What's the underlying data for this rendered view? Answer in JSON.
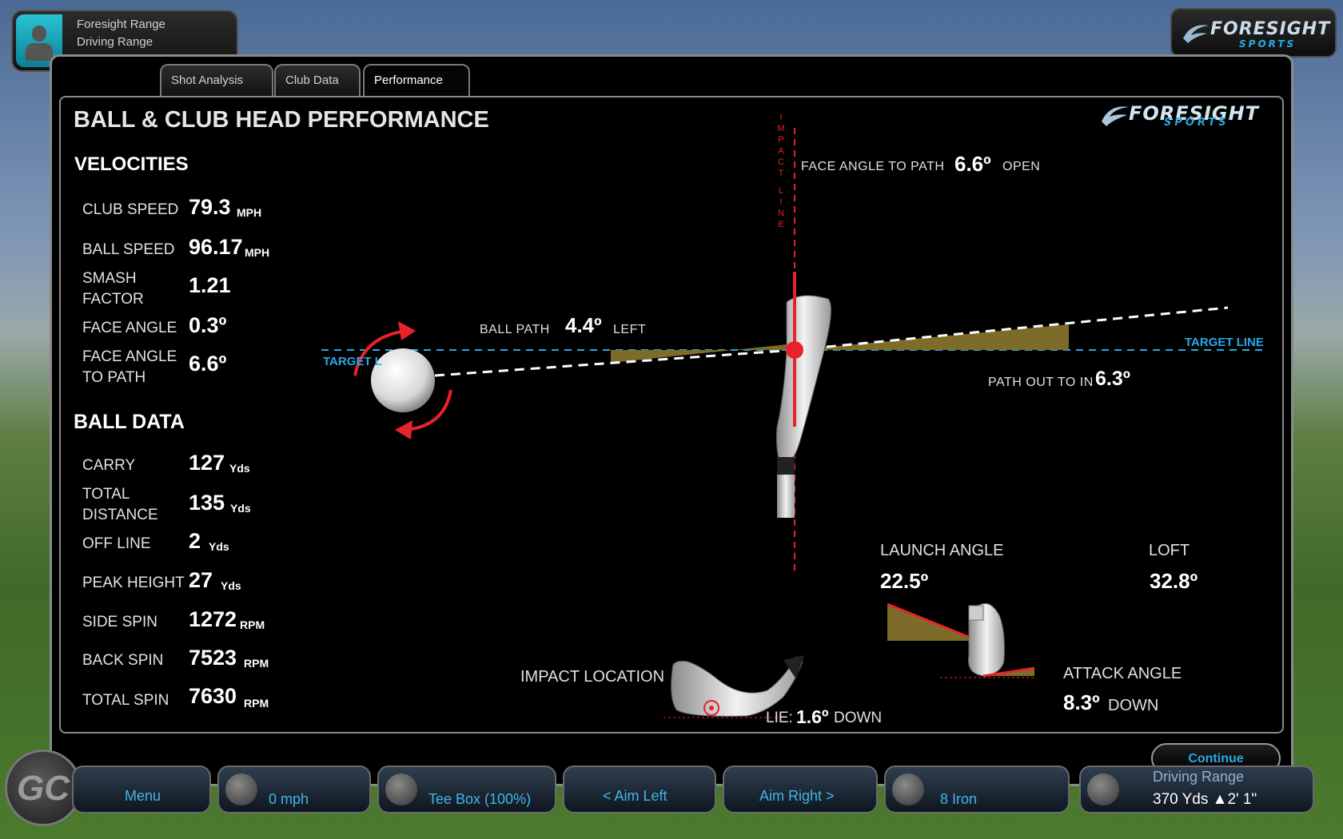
{
  "location": {
    "line1": "Foresight Range",
    "line2": "Driving Range"
  },
  "brand": {
    "name": "FORESIGHT",
    "sub": "SPORTS"
  },
  "tabs": [
    {
      "label": "Shot Analysis",
      "active": false
    },
    {
      "label": "Club Data",
      "active": false
    },
    {
      "label": "Performance",
      "active": true
    }
  ],
  "panel": {
    "title": "BALL & CLUB HEAD PERFORMANCE"
  },
  "velocities": {
    "heading": "VELOCITIES",
    "club_speed": {
      "label": "CLUB SPEED",
      "value": "79.3",
      "unit": "MPH"
    },
    "ball_speed": {
      "label": "BALL SPEED",
      "value": "96.17",
      "unit": "MPH"
    },
    "smash_factor": {
      "label1": "SMASH",
      "label2": "FACTOR",
      "value": "1.21"
    },
    "face_angle": {
      "label": "FACE ANGLE",
      "value": "0.3º"
    },
    "face_to_path": {
      "label1": "FACE ANGLE",
      "label2": "TO PATH",
      "value": "6.6º"
    }
  },
  "ball_data": {
    "heading": "BALL DATA",
    "carry": {
      "label": "CARRY",
      "value": "127",
      "unit": "Yds"
    },
    "total_distance": {
      "label1": "TOTAL",
      "label2": "DISTANCE",
      "value": "135",
      "unit": "Yds"
    },
    "off_line": {
      "label": "OFF LINE",
      "value": "2",
      "unit": "Yds"
    },
    "peak_height": {
      "label": "PEAK HEIGHT",
      "value": "27",
      "unit": "Yds"
    },
    "side_spin": {
      "label": "SIDE SPIN",
      "value": "1272",
      "unit": "RPM"
    },
    "back_spin": {
      "label": "BACK SPIN",
      "value": "7523",
      "unit": "RPM"
    },
    "total_spin": {
      "label": "TOTAL SPIN",
      "value": "7630",
      "unit": "RPM"
    }
  },
  "diagram": {
    "impact_line_letters": [
      "I",
      "M",
      "P",
      "A",
      "C",
      "T",
      "L",
      "I",
      "N",
      "E"
    ],
    "face_angle_to_path": {
      "label": "FACE ANGLE TO PATH",
      "value": "6.6º",
      "dir": "OPEN"
    },
    "ball_path": {
      "label": "BALL PATH",
      "value": "4.4º",
      "dir": "LEFT"
    },
    "target_line": "TARGET LINE",
    "target_line_left": "TARGET L",
    "path_out_to_in": {
      "label": "PATH OUT TO IN",
      "value": "6.3º"
    },
    "launch_angle": {
      "label": "LAUNCH ANGLE",
      "value": "22.5º"
    },
    "loft": {
      "label": "LOFT",
      "value": "32.8º"
    },
    "attack_angle": {
      "label": "ATTACK ANGLE",
      "value": "8.3º",
      "dir": "DOWN"
    },
    "impact_location": {
      "label": "IMPACT LOCATION"
    },
    "lie": {
      "label": "LIE:",
      "value": "1.6º",
      "dir": "DOWN"
    },
    "colors": {
      "accent_red": "#e8222a",
      "path_fill": "#7d6b2a",
      "target_cyan": "#2aa8e6"
    }
  },
  "continue_label": "Continue",
  "bottom_bar": {
    "menu": "Menu",
    "wind": "0 mph",
    "tee_box": "Tee Box (100%)",
    "aim_left": "< Aim Left",
    "aim_right": "Aim Right >",
    "club": "8 Iron",
    "range_name": "Driving Range",
    "range_info": "370 Yds ▲2' 1\""
  }
}
